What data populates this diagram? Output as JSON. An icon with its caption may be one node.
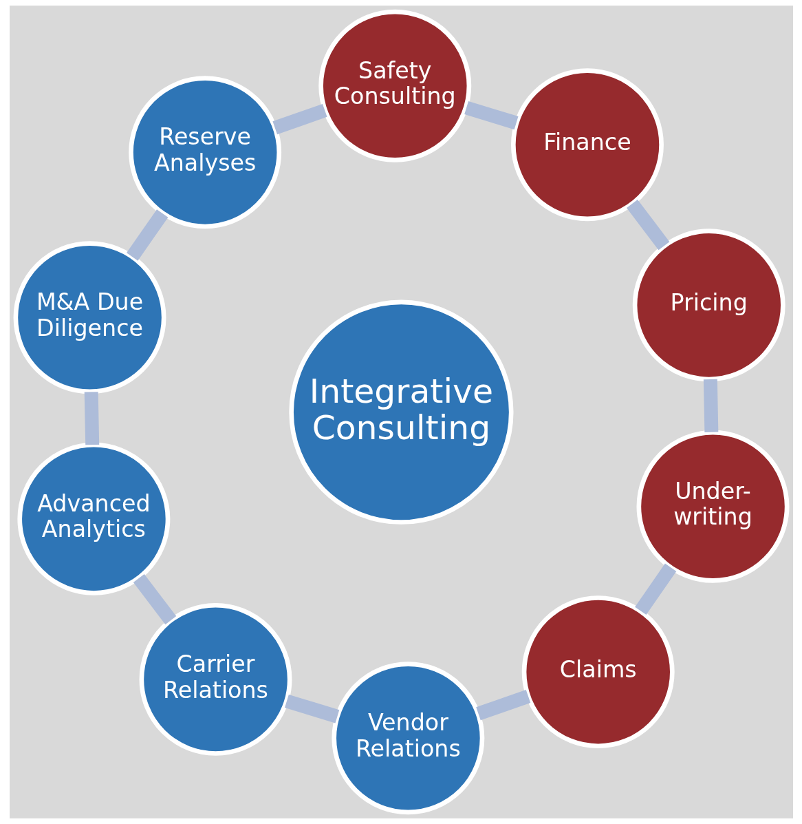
{
  "diagram": {
    "nodes": [
      {
        "text": [
          "Integrative Consulting"
        ]
      },
      {
        "text": [
          "Pricing"
        ]
      },
      {
        "text": [
          "Finance"
        ]
      },
      {
        "text": [
          "Safety Consulting"
        ]
      },
      {
        "text": [
          "Reserve Analyses"
        ]
      },
      {
        "text": [
          "M&A Due Diligence"
        ]
      },
      {
        "text": [
          "Advanced Analytics"
        ]
      },
      {
        "text": [
          "Carrier Relations"
        ]
      },
      {
        "text": [
          "Vendor Relations"
        ]
      },
      {
        "text": [
          "Claims"
        ]
      },
      {
        "text": [
          "Under- writing"
        ]
      }
    ],
    "edges": [
      {
        "from": 1,
        "to": 2,
        "arrow": "none"
      },
      {
        "from": 2,
        "to": 3,
        "arrow": "none"
      },
      {
        "from": 3,
        "to": 4,
        "arrow": "none"
      },
      {
        "from": 4,
        "to": 5,
        "arrow": "none"
      },
      {
        "from": 5,
        "to": 6,
        "arrow": "none"
      },
      {
        "from": 6,
        "to": 7,
        "arrow": "none"
      },
      {
        "from": 7,
        "to": 8,
        "arrow": "none"
      },
      {
        "from": 8,
        "to": 9,
        "arrow": "none"
      },
      {
        "from": 9,
        "to": 10,
        "arrow": "none"
      },
      {
        "from": 10,
        "to": 1,
        "arrow": "none"
      }
    ]
  }
}
